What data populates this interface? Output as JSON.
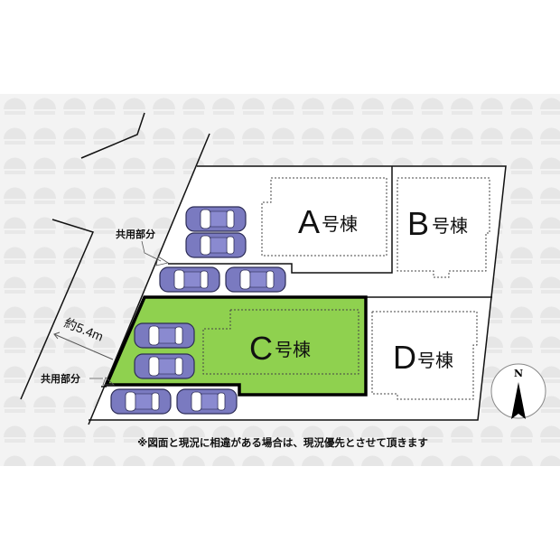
{
  "lots": [
    {
      "letter": "A",
      "suffix": "号棟"
    },
    {
      "letter": "B",
      "suffix": "号棟"
    },
    {
      "letter": "C",
      "suffix": "号棟",
      "highlight": true
    },
    {
      "letter": "D",
      "suffix": "号棟"
    }
  ],
  "shared_area_label_1": "共用部分",
  "shared_area_label_2": "共用部分",
  "dimension_label": "約5.4m",
  "compass_label": "N",
  "note": "※図面と現況に相違がある場合は、現況優先とさせて頂きます",
  "colors": {
    "highlight_lot": "#8fd14f",
    "car": "#7a7ac0"
  }
}
